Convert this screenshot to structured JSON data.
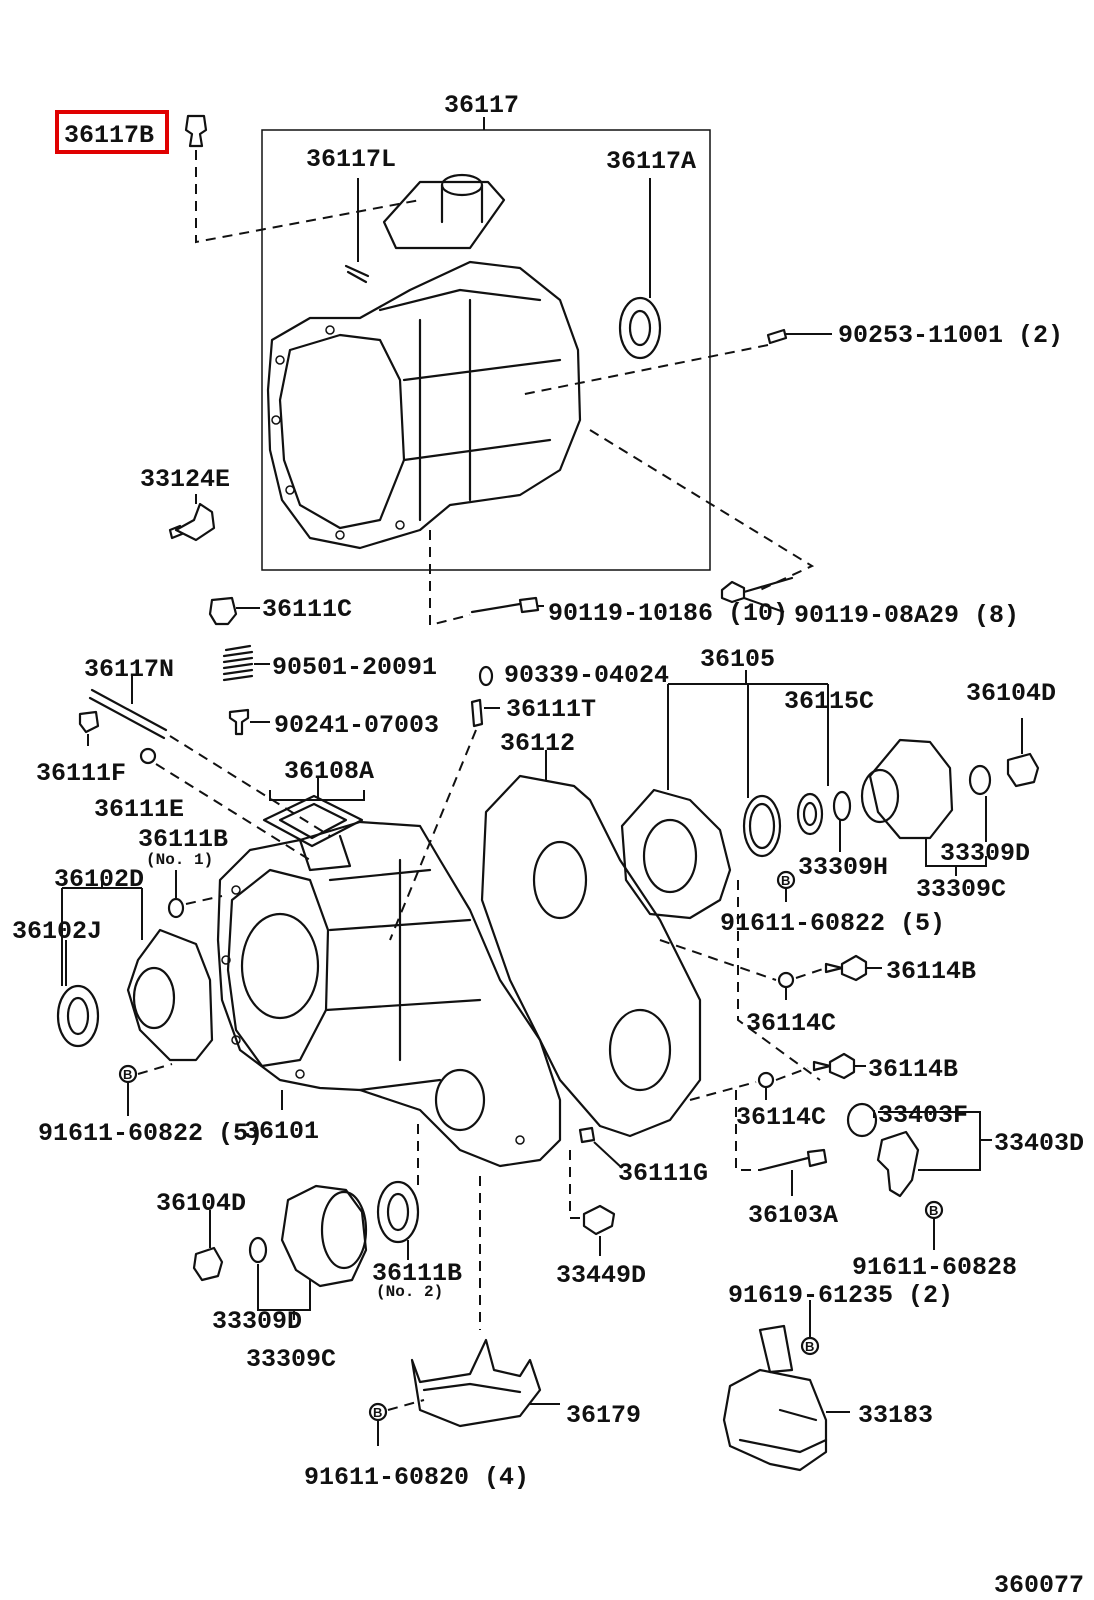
{
  "diagram_id": "360077",
  "highlighted_part": "36117B",
  "labels": {
    "p36117": "36117",
    "p36117B": "36117B",
    "p36117L": "36117L",
    "p36117A": "36117A",
    "p90253": "90253-11001 (2)",
    "p33124E": "33124E",
    "p36111C": "36111C",
    "p90119_10186": "90119-10186 (10)",
    "p90119_08A29": "90119-08A29 (8)",
    "p36117N": "36117N",
    "p90501": "90501-20091",
    "p90339": "90339-04024",
    "p36105": "36105",
    "p36115C": "36115C",
    "p36104D_top": "36104D",
    "p90241": "90241-07003",
    "p36111T": "36111T",
    "p36112": "36112",
    "p36111F": "36111F",
    "p36108A": "36108A",
    "p36111E": "36111E",
    "p36111B_top": "36111B",
    "p36111B_top_sub": "(No. 1)",
    "p36102D": "36102D",
    "p36102J": "36102J",
    "p33309H": "33309H",
    "p33309D_top": "33309D",
    "p33309C_top": "33309C",
    "p91611_60822_top": "91611-60822 (5)",
    "p36114B_1": "36114B",
    "p36114C_1": "36114C",
    "p36114B_2": "36114B",
    "p36114C_2": "36114C",
    "p33403F": "33403F",
    "p33403D": "33403D",
    "p91611_60822_left": "91611-60822 (5)",
    "p36101": "36101",
    "p36111G": "36111G",
    "p36103A": "36103A",
    "p91611_60828": "91611-60828",
    "p36104D_bottom": "36104D",
    "p36111B_bottom": "36111B",
    "p36111B_bottom_sub": "(No. 2)",
    "p33449D": "33449D",
    "p91619": "91619-61235 (2)",
    "p33309D_bottom": "33309D",
    "p33309C_bottom": "33309C",
    "p36179": "36179",
    "p33183": "33183",
    "p91611_60820": "91611-60820 (4)"
  },
  "bolt_badge": "B",
  "colors": {
    "line": "#111111",
    "highlight": "#e00000",
    "background": "#ffffff"
  }
}
